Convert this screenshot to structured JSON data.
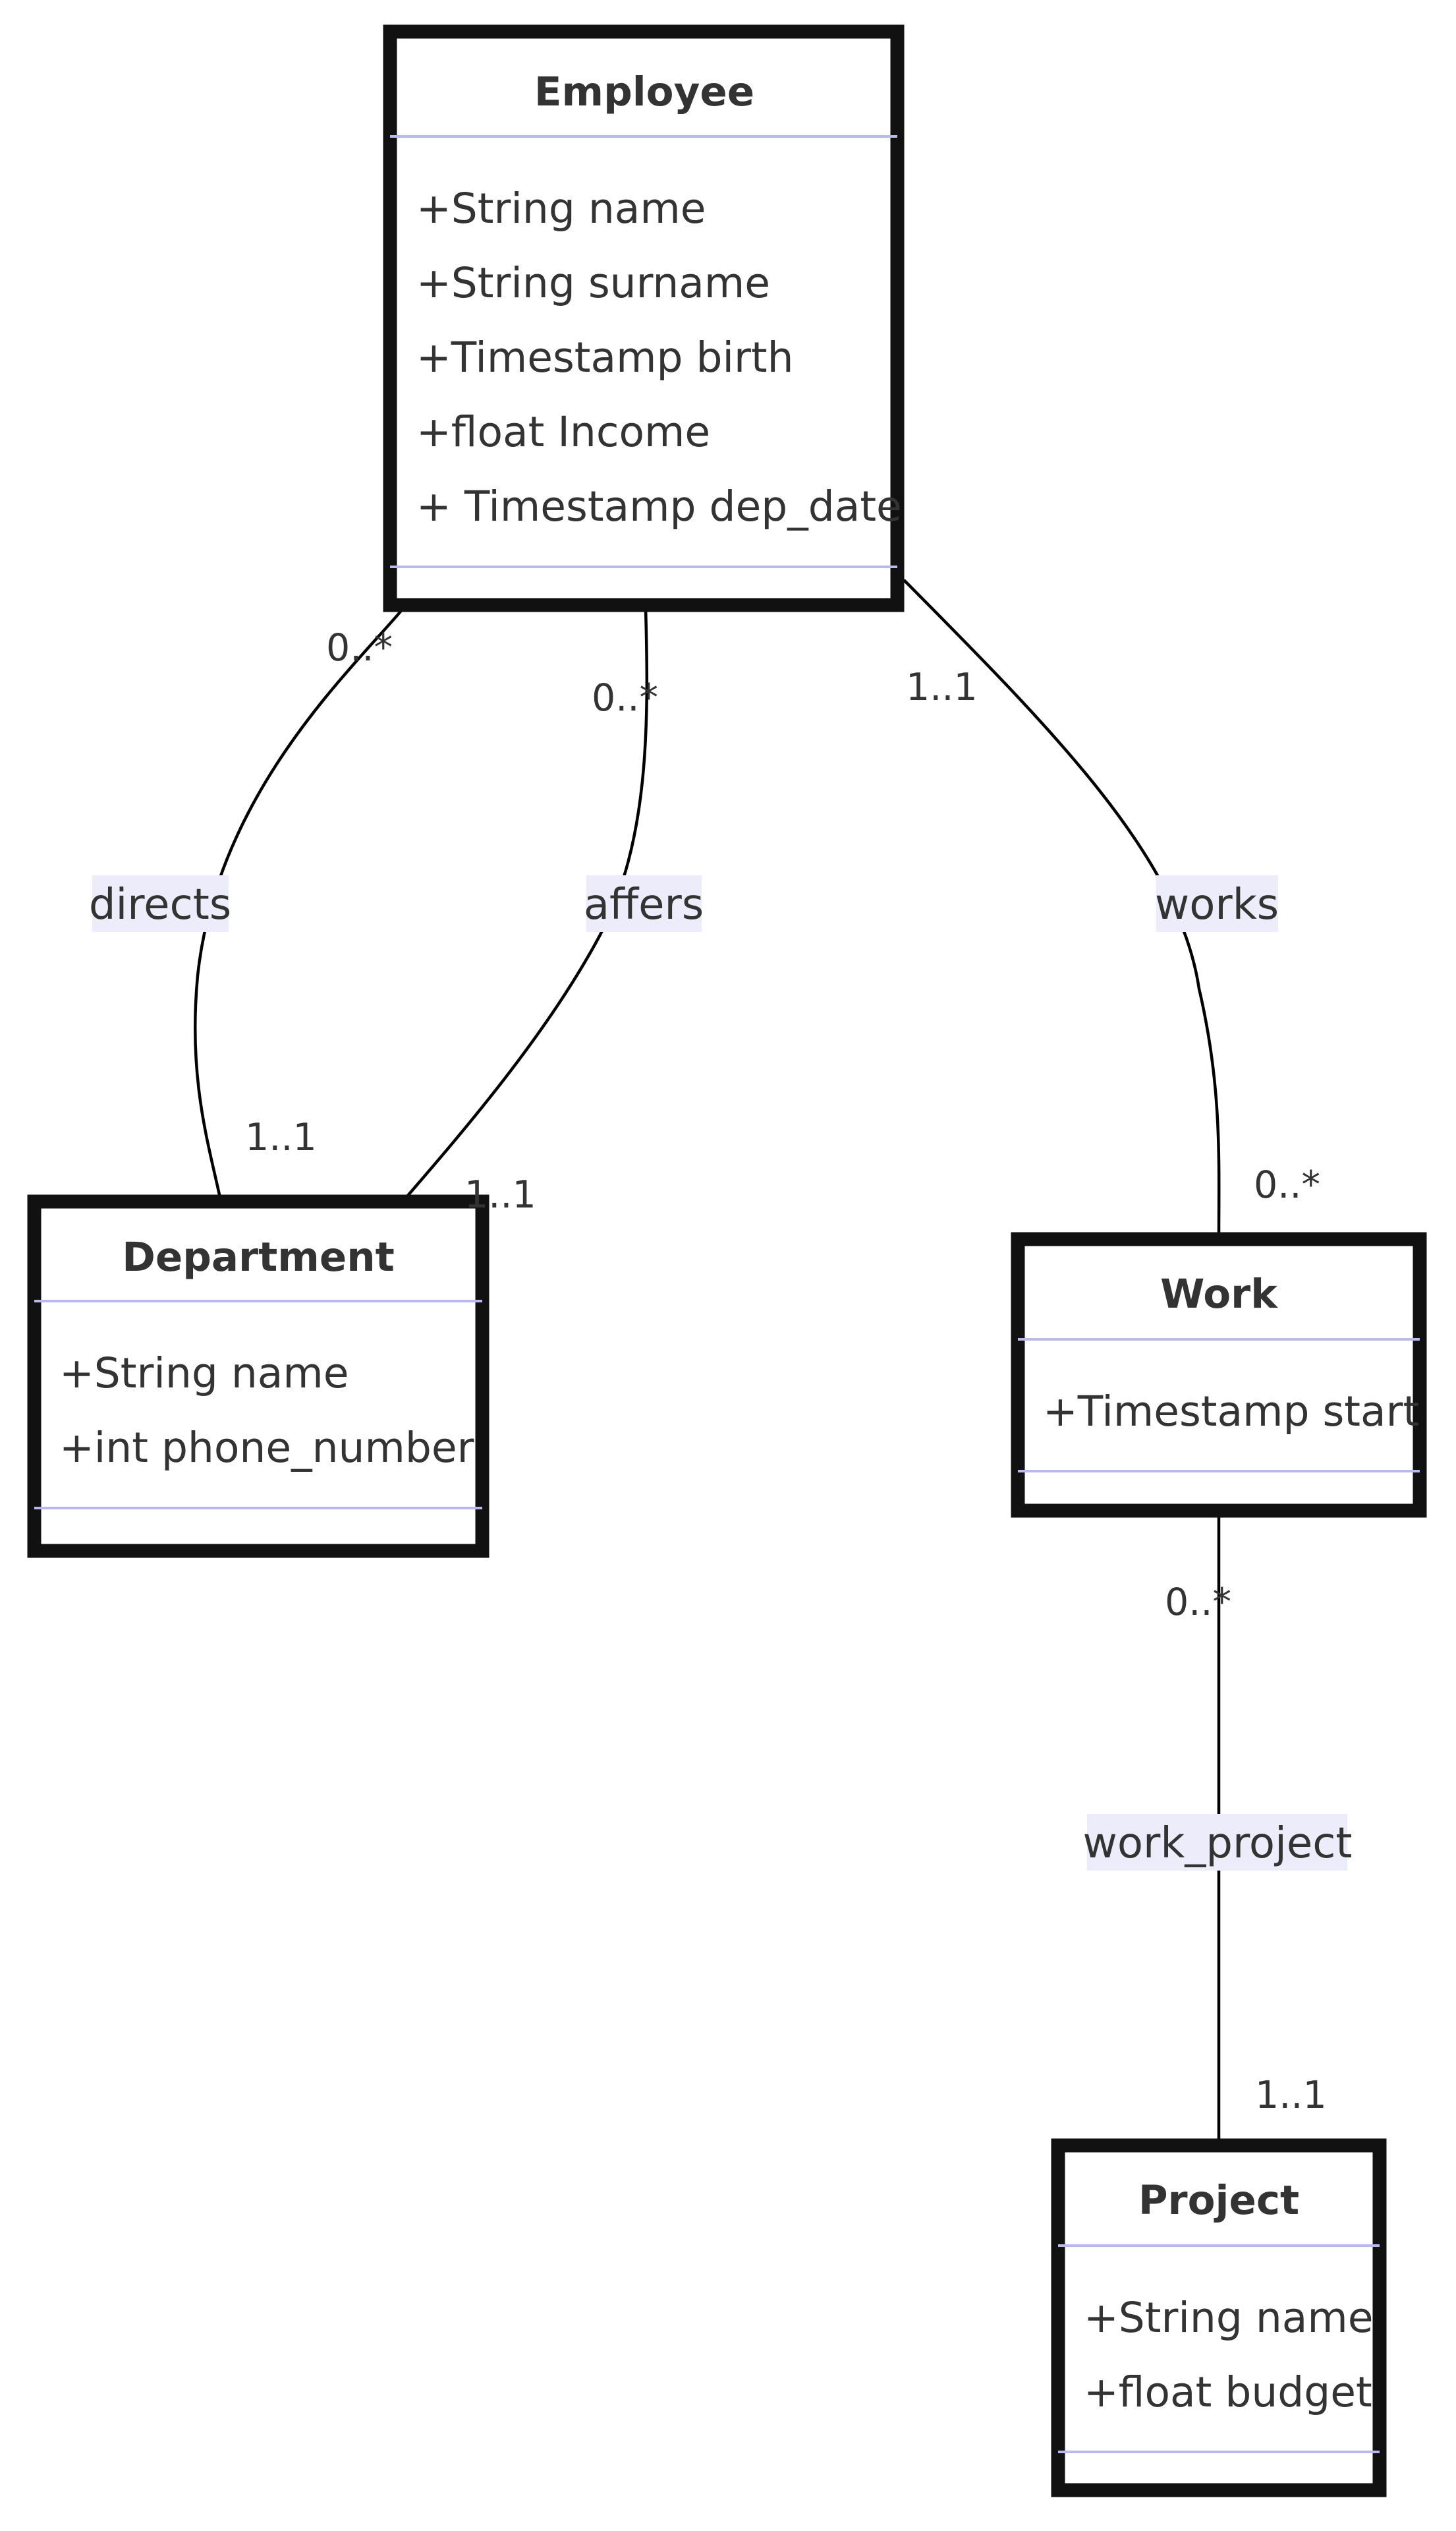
{
  "classes": {
    "employee": {
      "name": "Employee",
      "attributes": [
        "+String name",
        "+String surname",
        "+Timestamp birth",
        "+float Income",
        "+ Timestamp dep_date"
      ]
    },
    "department": {
      "name": "Department",
      "attributes": [
        "+String name",
        "+int phone_number"
      ]
    },
    "work": {
      "name": "Work",
      "attributes": [
        "+Timestamp start"
      ]
    },
    "project": {
      "name": "Project",
      "attributes": [
        "+String name",
        "+float budget"
      ]
    }
  },
  "relations": [
    {
      "label": "directs",
      "from": "Employee",
      "to": "Department",
      "from_card": "0..*",
      "to_card": "1..1"
    },
    {
      "label": "affers",
      "from": "Employee",
      "to": "Department",
      "from_card": "0..*",
      "to_card": "1..1"
    },
    {
      "label": "works",
      "from": "Employee",
      "to": "Work",
      "from_card": "1..1",
      "to_card": "0..*"
    },
    {
      "label": "work_project",
      "from": "Work",
      "to": "Project",
      "from_card": "0..*",
      "to_card": "1..1"
    }
  ]
}
